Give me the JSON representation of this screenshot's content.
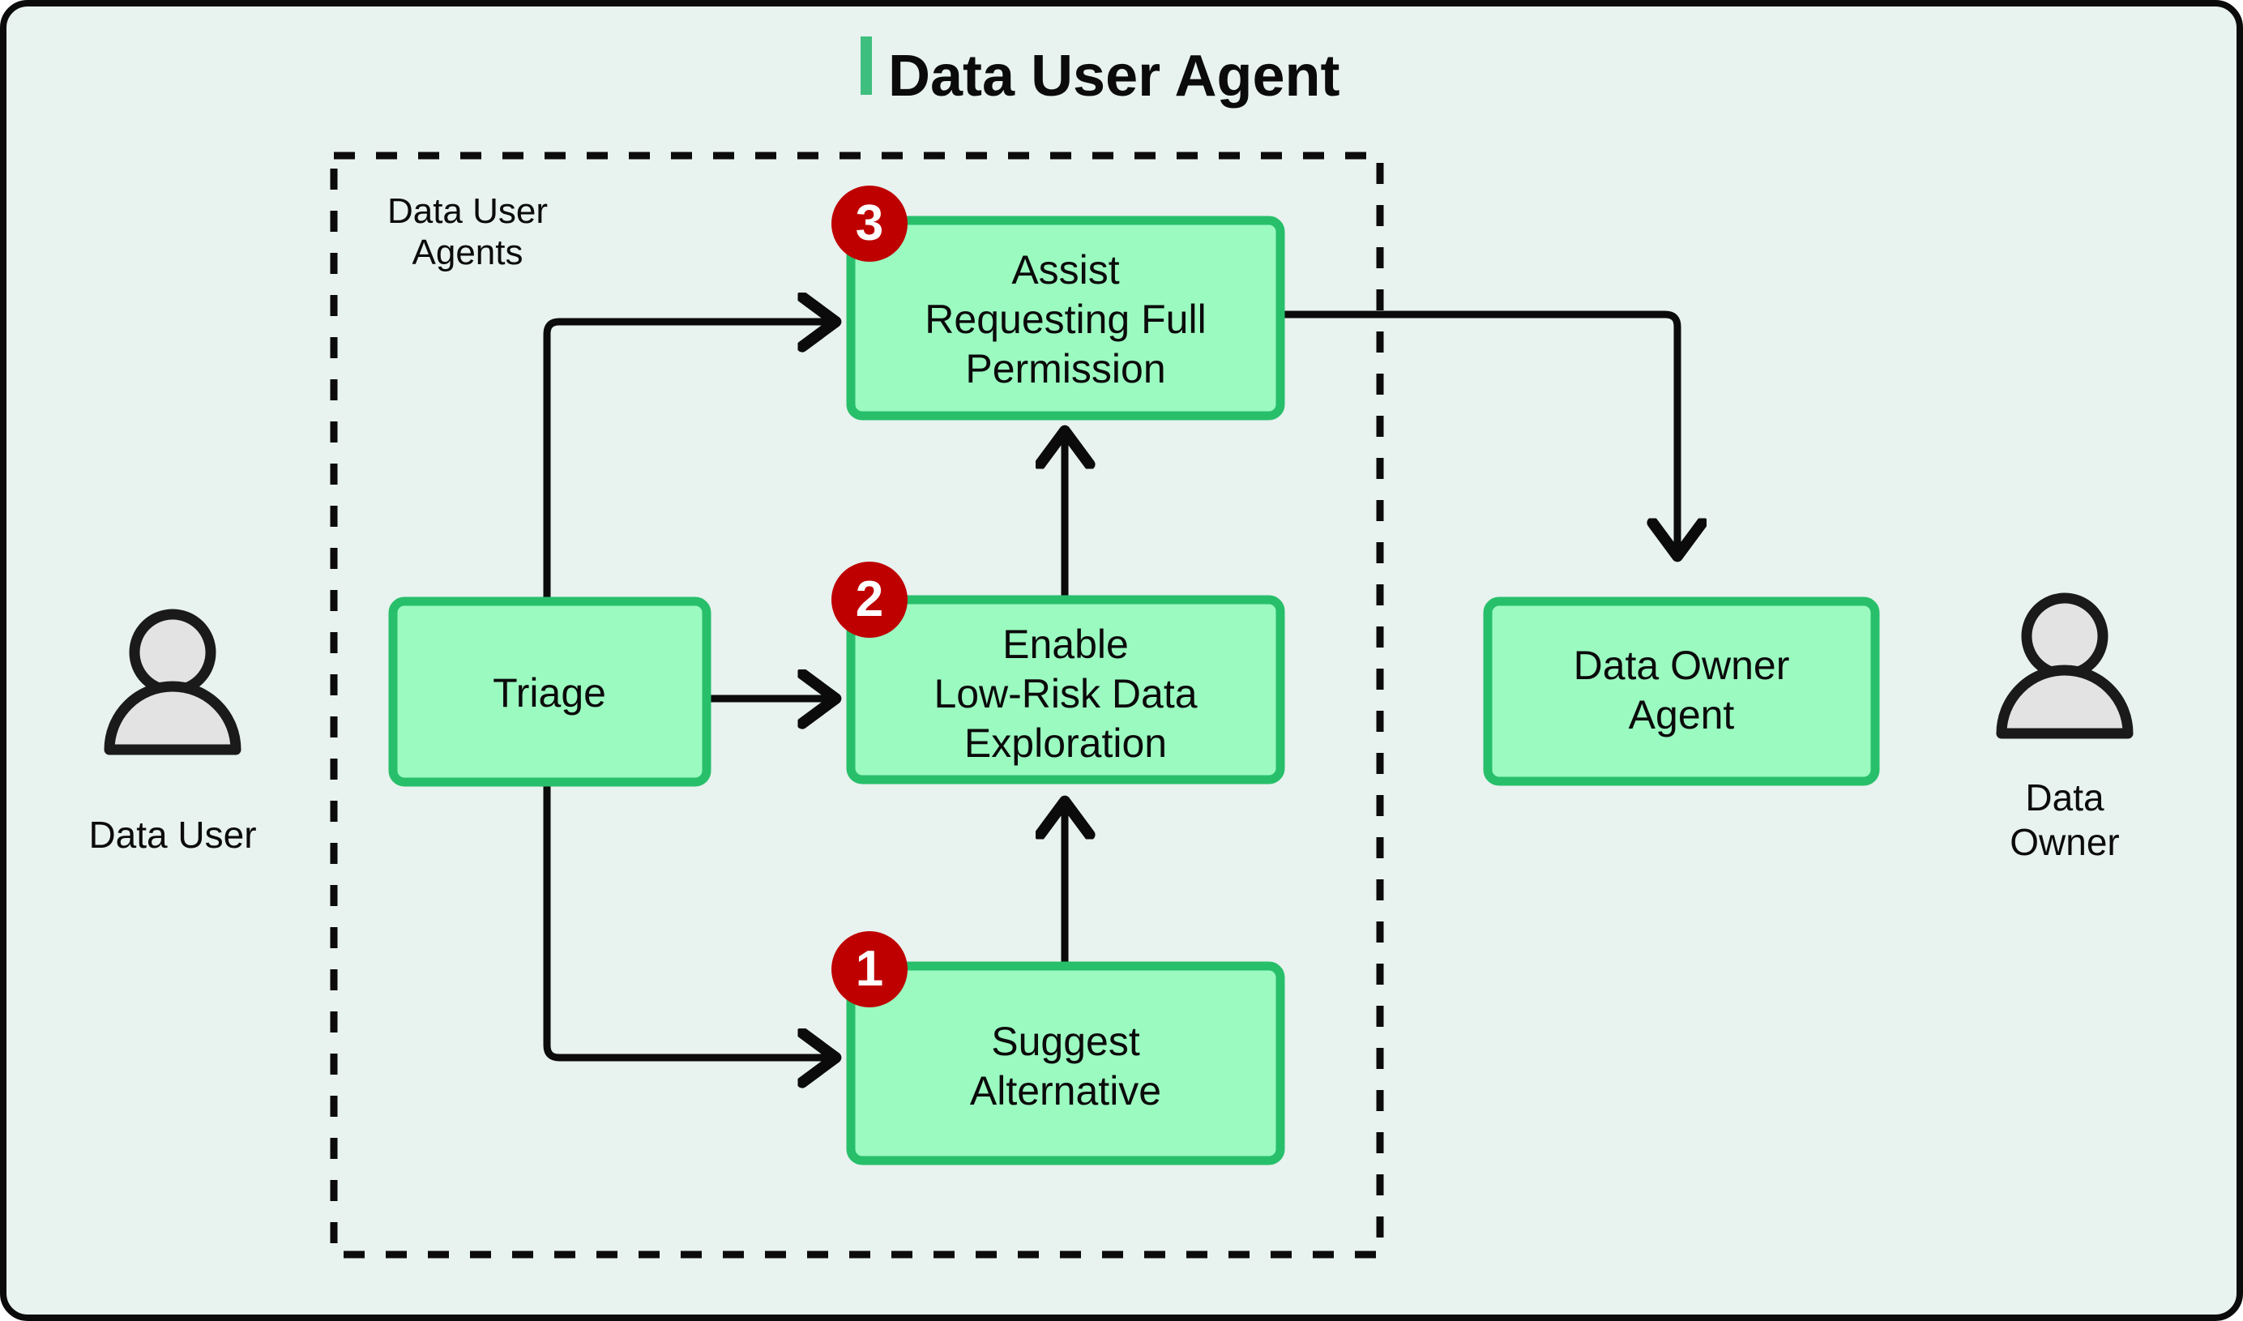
{
  "page": {
    "title": "Data User Agent",
    "title_accent_color": "#3FBF7F",
    "background_color": "#E8F2EE",
    "frame_border_color": "#0B0B0B",
    "text_color": "#0B0B0B"
  },
  "theme": {
    "node_fill": "#9BFAC0",
    "node_border": "#28BF6B",
    "badge_fill": "#BE0000",
    "badge_text": "#FFFFFF",
    "actor_fill": "#E3E3E3",
    "actor_stroke": "#1A1A1A",
    "connector_color": "#0B0B0B",
    "group_border_color": "#0B0B0B"
  },
  "group": {
    "label_line1": "Data User",
    "label_line2": "Agents",
    "border_style": "dashed"
  },
  "actors": [
    {
      "id": "data-user",
      "icon": "person-icon",
      "label_lines": [
        "Data User"
      ],
      "side": "left"
    },
    {
      "id": "data-owner",
      "icon": "person-icon",
      "label_lines": [
        "Data",
        "Owner"
      ],
      "side": "right"
    }
  ],
  "nodes": [
    {
      "id": "triage",
      "name": "triage-node",
      "badge": null,
      "label_lines": [
        "Triage"
      ]
    },
    {
      "id": "suggest-alternative",
      "name": "suggest-alternative-node",
      "badge": "1",
      "label_lines": [
        "Suggest",
        "Alternative"
      ]
    },
    {
      "id": "enable-low-risk-data-exploration",
      "name": "enable-low-risk-data-exploration-node",
      "badge": "2",
      "label_lines": [
        "Enable",
        "Low-Risk Data",
        "Exploration"
      ]
    },
    {
      "id": "assist-requesting-full-permission",
      "name": "assist-requesting-full-permission-node",
      "badge": "3",
      "label_lines": [
        "Assist",
        "Requesting Full",
        "Permission"
      ]
    },
    {
      "id": "data-owner-agent",
      "name": "data-owner-agent-node",
      "badge": null,
      "label_lines": [
        "Data Owner",
        "Agent"
      ]
    }
  ],
  "connections": [
    {
      "from": "triage",
      "to": "assist-requesting-full-permission",
      "style": "elbow-up"
    },
    {
      "from": "triage",
      "to": "enable-low-risk-data-exploration",
      "style": "straight-right"
    },
    {
      "from": "triage",
      "to": "suggest-alternative",
      "style": "elbow-down"
    },
    {
      "from": "suggest-alternative",
      "to": "enable-low-risk-data-exploration",
      "style": "straight-up"
    },
    {
      "from": "enable-low-risk-data-exploration",
      "to": "assist-requesting-full-permission",
      "style": "straight-up"
    },
    {
      "from": "assist-requesting-full-permission",
      "to": "data-owner-agent",
      "style": "elbow-right-down"
    }
  ]
}
